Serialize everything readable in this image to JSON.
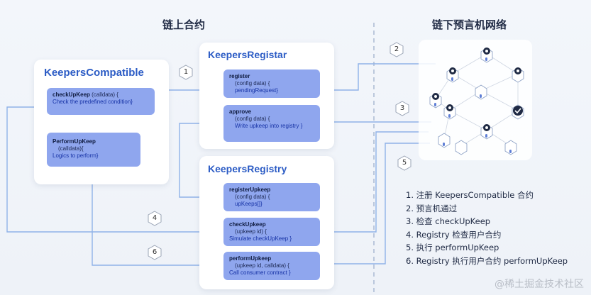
{
  "headers": {
    "onchain": "链上合约",
    "offchain": "链下预言机网络"
  },
  "cards": {
    "compatible": {
      "title": "KeepersCompatible",
      "functions": [
        {
          "name": "checkUpKeep",
          "args": " (calldata) {",
          "body": "Check the predefined condition}"
        },
        {
          "name": "PerformUpKeep",
          "args": " (calldata){",
          "body": "Logics to perform}"
        }
      ]
    },
    "registar": {
      "title": "KeepersRegistar",
      "functions": [
        {
          "name": "register",
          "args": "(config data) {",
          "body": "pendingRequest}"
        },
        {
          "name": "approve",
          "args": "(config data) {",
          "body": "Write upkeep into registry }"
        }
      ]
    },
    "registry": {
      "title": "KeepersRegistry",
      "functions": [
        {
          "name": "registerUpkeep",
          "args": "(config data) {",
          "body": "upKeeps[]}"
        },
        {
          "name": "checkUpkeep",
          "args": "(upkeep id) {",
          "body": "Simulate checkUpKeep }"
        },
        {
          "name": "performUpkeep",
          "args": "(upkeep id, calldata) {",
          "body": "Call consumer contract }"
        }
      ]
    }
  },
  "steps": [
    "1",
    "2",
    "3",
    "4",
    "5",
    "6"
  ],
  "legend": [
    "1. 注册 KeepersCompatible 合约",
    "2. 预言机通过",
    "3. 检查 checkUpKeep",
    "4. Registry 检查用户合约",
    "5. 执行 performUpKeep",
    "6. Registry 执行用户合约 performUpKeep"
  ],
  "watermark": "@稀土掘金技术社区",
  "colors": {
    "accent": "#2c5cc5",
    "function_box": "#8fa6ee",
    "arrow": "#8fb2e8",
    "node_dark": "#1f2a44",
    "divider": "#9fb0cc"
  }
}
